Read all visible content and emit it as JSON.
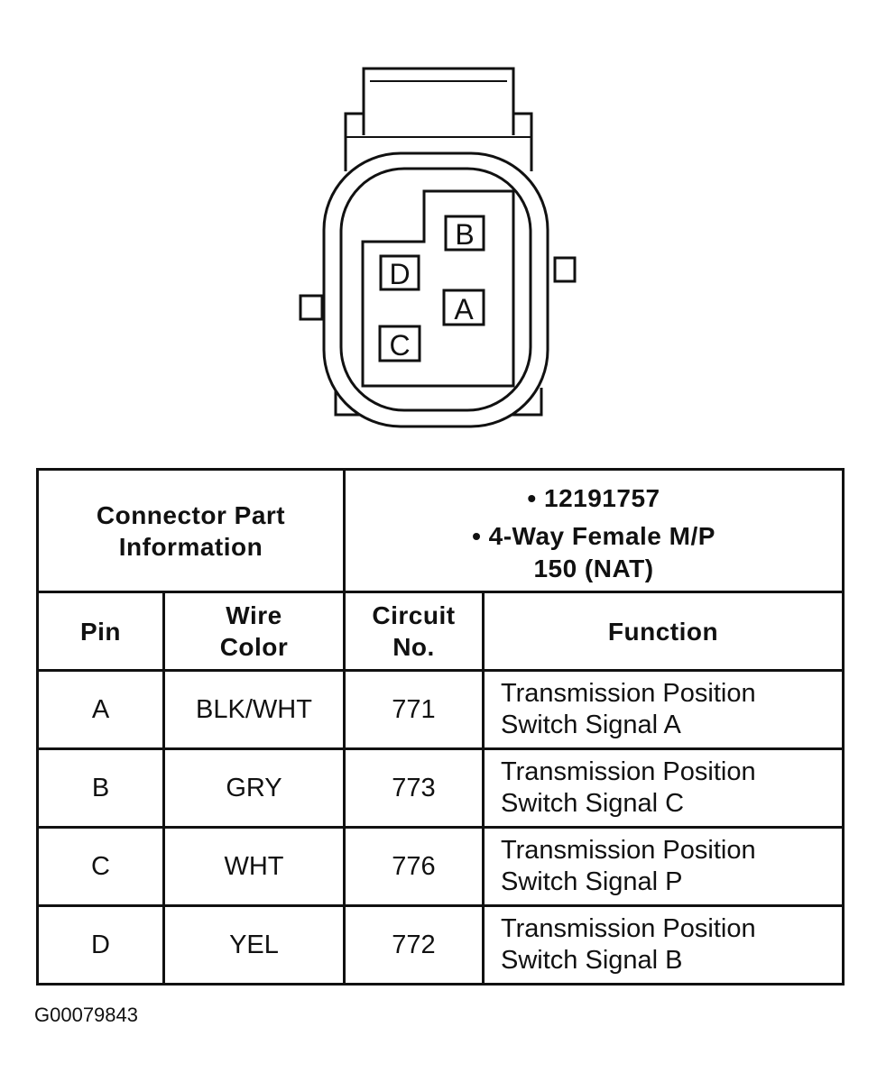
{
  "connector": {
    "pins": [
      "A",
      "B",
      "C",
      "D"
    ]
  },
  "part_info": {
    "label_line1": "Connector Part",
    "label_line2": "Information",
    "part_number": "• 12191757",
    "desc_line1": "• 4-Way Female M/P",
    "desc_line2": "150 (NAT)"
  },
  "columns": {
    "pin": "Pin",
    "wire_line1": "Wire",
    "wire_line2": "Color",
    "circuit_line1": "Circuit",
    "circuit_line2": "No.",
    "function": "Function"
  },
  "rows": [
    {
      "pin": "A",
      "wire": "BLK/WHT",
      "circuit": "771",
      "func1": "Transmission Position",
      "func2": "Switch Signal A"
    },
    {
      "pin": "B",
      "wire": "GRY",
      "circuit": "773",
      "func1": "Transmission Position",
      "func2": "Switch Signal C"
    },
    {
      "pin": "C",
      "wire": "WHT",
      "circuit": "776",
      "func1": "Transmission Position",
      "func2": "Switch Signal P"
    },
    {
      "pin": "D",
      "wire": "YEL",
      "circuit": "772",
      "func1": "Transmission Position",
      "func2": "Switch Signal B"
    }
  ],
  "figure_id": "G00079843"
}
